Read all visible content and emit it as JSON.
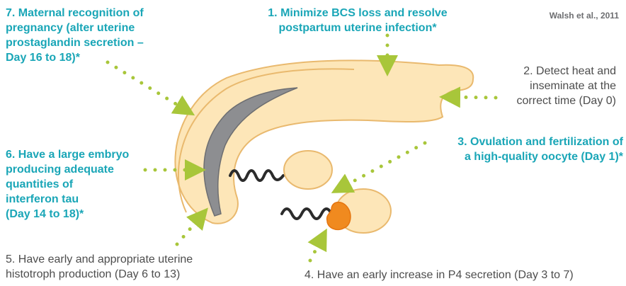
{
  "citation": "Walsh et al., 2011",
  "colors": {
    "teal_text": "#1aa6b7",
    "gray_text": "#4d4d4d",
    "arrow_green": "#a8c63a",
    "uterus_fill": "#fde6b8",
    "uterus_stroke": "#e9b96e",
    "lumen": "#8d8e91",
    "corpus_luteum": "#f08a1f"
  },
  "steps": [
    {
      "id": 1,
      "lines": [
        "1. Minimize BCS loss and resolve",
        "postpartum uterine infection*"
      ],
      "emphasis": true
    },
    {
      "id": 2,
      "lines": [
        "2. Detect heat and",
        "inseminate at the",
        "correct time (Day 0)"
      ],
      "emphasis": false
    },
    {
      "id": 3,
      "lines": [
        "3. Ovulation and fertilization of",
        "a high-quality oocyte (Day 1)*"
      ],
      "emphasis": true
    },
    {
      "id": 4,
      "lines": [
        "4. Have an early increase in P4 secretion (Day 3 to 7)"
      ],
      "emphasis": false
    },
    {
      "id": 5,
      "lines": [
        "5. Have early and appropriate uterine",
        "histotroph production (Day 6 to 13)"
      ],
      "emphasis": false
    },
    {
      "id": 6,
      "lines": [
        "6. Have a large embryo",
        "producing adequate",
        "quantities of",
        "interferon tau",
        "(Day 14 to 18)*"
      ],
      "emphasis": true
    },
    {
      "id": 7,
      "lines": [
        "7. Maternal recognition of",
        "pregnancy (alter uterine",
        "prostaglandin secretion –",
        "Day 16 to 18)*"
      ],
      "emphasis": true
    }
  ],
  "icons": [
    "uterus-illustration",
    "ovary-icon",
    "corpus-luteum-icon",
    "oviduct-icon",
    "arrow-icon"
  ]
}
